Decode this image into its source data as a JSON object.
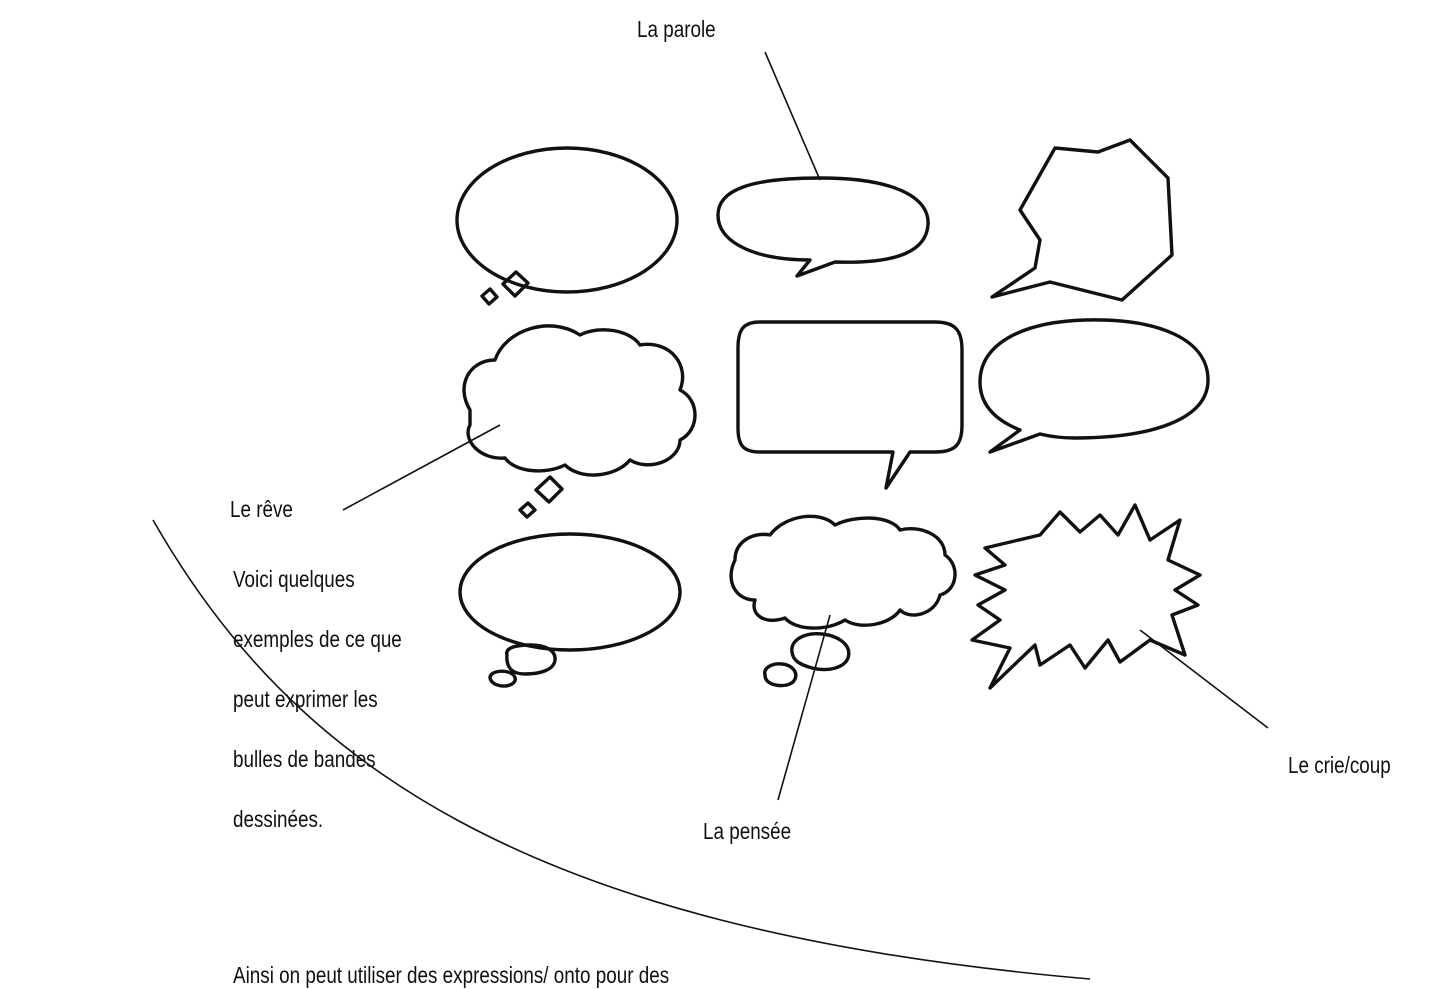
{
  "labels": {
    "speech": "La parole",
    "dream": "Le rêve",
    "thought": "La pensée",
    "shout": "Le crie/coup"
  },
  "intro": {
    "lines": [
      "Voici quelques",
      "exemples de ce que",
      "peut exprimer les",
      "bulles de bandes",
      "dessinées."
    ]
  },
  "footer": {
    "partial_text": "Ainsi on peut utiliser des expressions/ onto pour des"
  },
  "bubbles": [
    "ellipse-thought-bubble-icon",
    "speech-bubble-icon",
    "octagon-speech-bubble-icon",
    "cloud-dream-bubble-icon",
    "rectangle-speech-bubble-icon",
    "oval-speech-bubble-icon",
    "oval-thought-bubble-icon",
    "cloud-thought-bubble-icon",
    "burst-shout-bubble-icon"
  ]
}
